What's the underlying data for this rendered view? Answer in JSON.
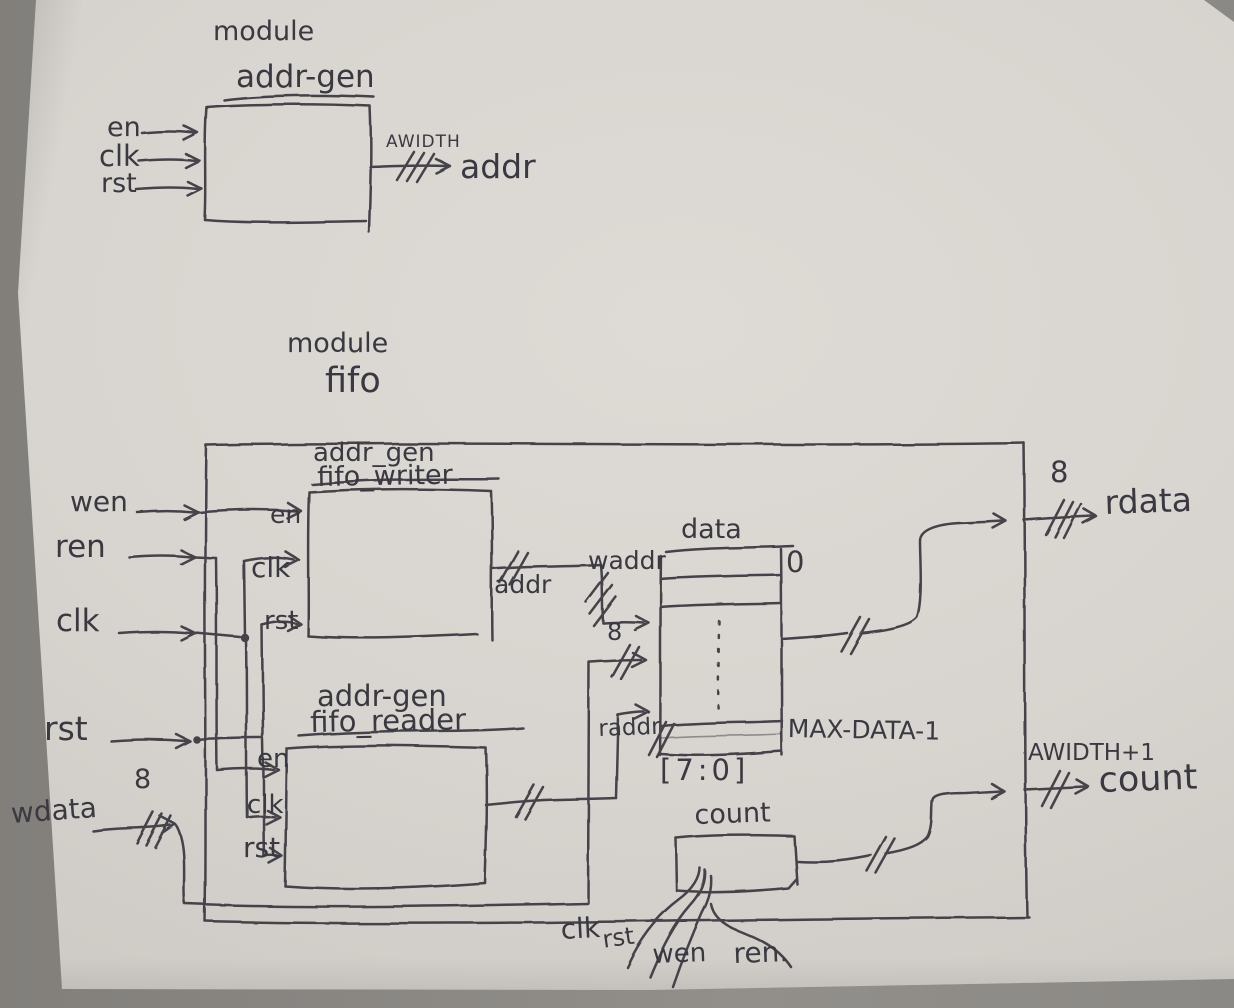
{
  "top_module": {
    "kind": "module",
    "name": "addr-gen",
    "ports_in": [
      "en",
      "clk",
      "rst"
    ],
    "out_width": "AWIDTH",
    "out_name": "addr"
  },
  "fifo": {
    "kind": "module",
    "name": "fifo",
    "in_wen": "wen",
    "in_ren": "ren",
    "in_clk": "clk",
    "in_rst": "rst",
    "in_wdata": "wdata",
    "in_wdata_width": "8",
    "out_rdata_width": "8",
    "out_rdata": "rdata",
    "out_count_width": "AWIDTH+1",
    "out_count": "count",
    "writer": {
      "line1": "addr_gen",
      "line2": "fifo_writer",
      "p_en": "en",
      "p_clk": "clk",
      "p_rst": "rst",
      "out": "addr"
    },
    "reader": {
      "line1": "addr-gen",
      "line2": "fifo_reader",
      "p_en": "en",
      "p_clk": "clk",
      "p_rst": "rst"
    },
    "mem": {
      "title": "data",
      "idx_first": "0",
      "idx_last": "MAX-DATA-1",
      "range": "[7:0]",
      "waddr": "waddr",
      "raddr": "raddr",
      "wdata_width": "8"
    },
    "counter": {
      "title": "count"
    },
    "bottom": {
      "clk": "clk",
      "rst": "rst",
      "wen": "wen",
      "ren": "ren."
    }
  }
}
